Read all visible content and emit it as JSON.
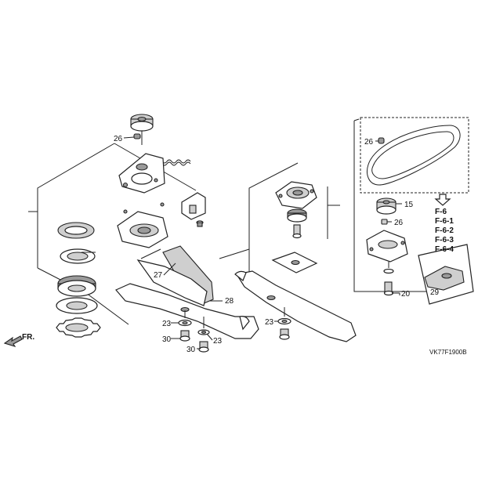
{
  "callouts": {
    "c26_left": "26",
    "c26_right": "26",
    "c26_belt": "26",
    "c15": "15",
    "c27": "27",
    "c28": "28",
    "c23_a": "23",
    "c23_b": "23",
    "c23_c": "23",
    "c30_a": "30",
    "c30_b": "30",
    "c20": "20",
    "c29": "29"
  },
  "refs": [
    "F-6",
    "F-6-1",
    "F-6-2",
    "F-6-3",
    "F-6-4"
  ],
  "direction_label": "FR.",
  "diagram_code": "VK77F1900B",
  "icons": {
    "front_arrow": "front-direction-arrow-icon",
    "down_arrow": "reference-down-arrow-icon"
  }
}
